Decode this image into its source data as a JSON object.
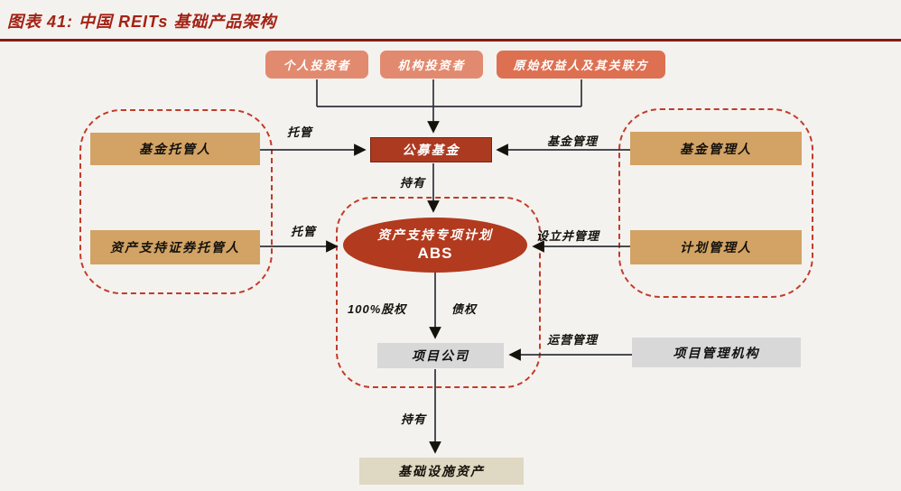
{
  "title": "图表 41:  中国 REITs 基础产品架构",
  "nodes": {
    "individual_investor": "个人投资者",
    "institutional_investor": "机构投资者",
    "original_equity_holder": "原始权益人及其关联方",
    "public_fund": "公募基金",
    "fund_custodian": "基金托管人",
    "abs_custodian": "资产支持证券托管人",
    "fund_manager": "基金管理人",
    "plan_manager": "计划管理人",
    "abs_plan_line1": "资产支持专项计划",
    "abs_plan_line2": "ABS",
    "project_company": "项目公司",
    "project_management_org": "项目管理机构",
    "infrastructure_assets": "基础设施资产"
  },
  "edges": {
    "custody_fund": "托管",
    "fund_management": "基金管理",
    "hold_fund_to_abs": "持有",
    "custody_abs": "托管",
    "establish_and_manage": "设立并管理",
    "equity_100pct": "100%股权",
    "debt_claim": "债权",
    "operation_management": "运营管理",
    "hold_asset": "持有"
  },
  "colors": {
    "background": "#f4f2ef",
    "title_red": "#a32214",
    "rule_red": "#8a1c10",
    "coral": "#e28a6f",
    "coral_dark": "#de7052",
    "dark_red_box": "#ac3a21",
    "abs_ellipse_red": "#b23a1e",
    "tan": "#d2a365",
    "gray_box": "#d8d8d8",
    "beige": "#dfd8c2",
    "dashed_border": "#c23b2a",
    "wire": "#2f3339"
  }
}
